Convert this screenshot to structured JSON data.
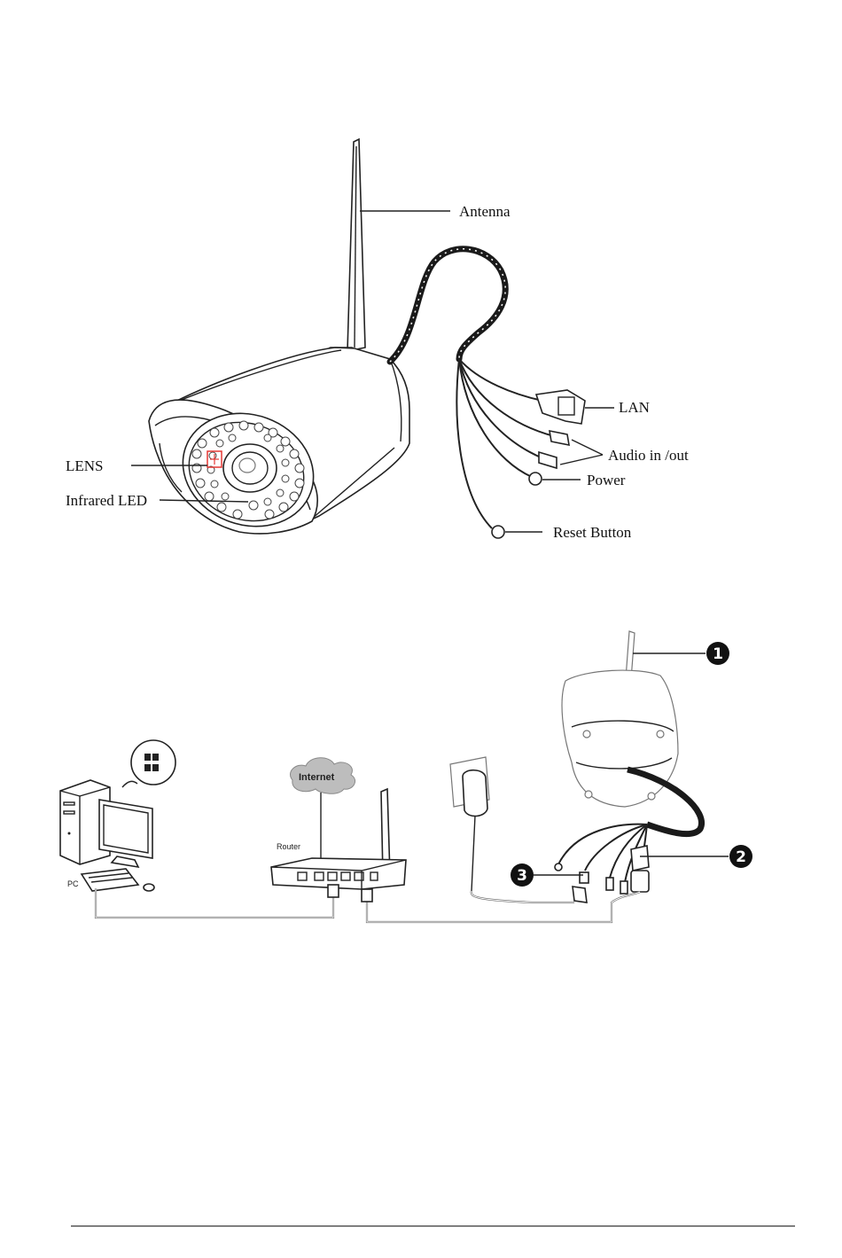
{
  "camera_diagram": {
    "labels": {
      "antenna": "Antenna",
      "lan": "LAN",
      "audio": "Audio in /out",
      "power": "Power",
      "reset": "Reset Button",
      "lens": "LENS",
      "infrared": "Infrared LED"
    }
  },
  "connection_diagram": {
    "internet_label": "Internet",
    "router_label": "Router",
    "pc_label": "PC",
    "callouts": [
      "1",
      "2",
      "3"
    ]
  }
}
